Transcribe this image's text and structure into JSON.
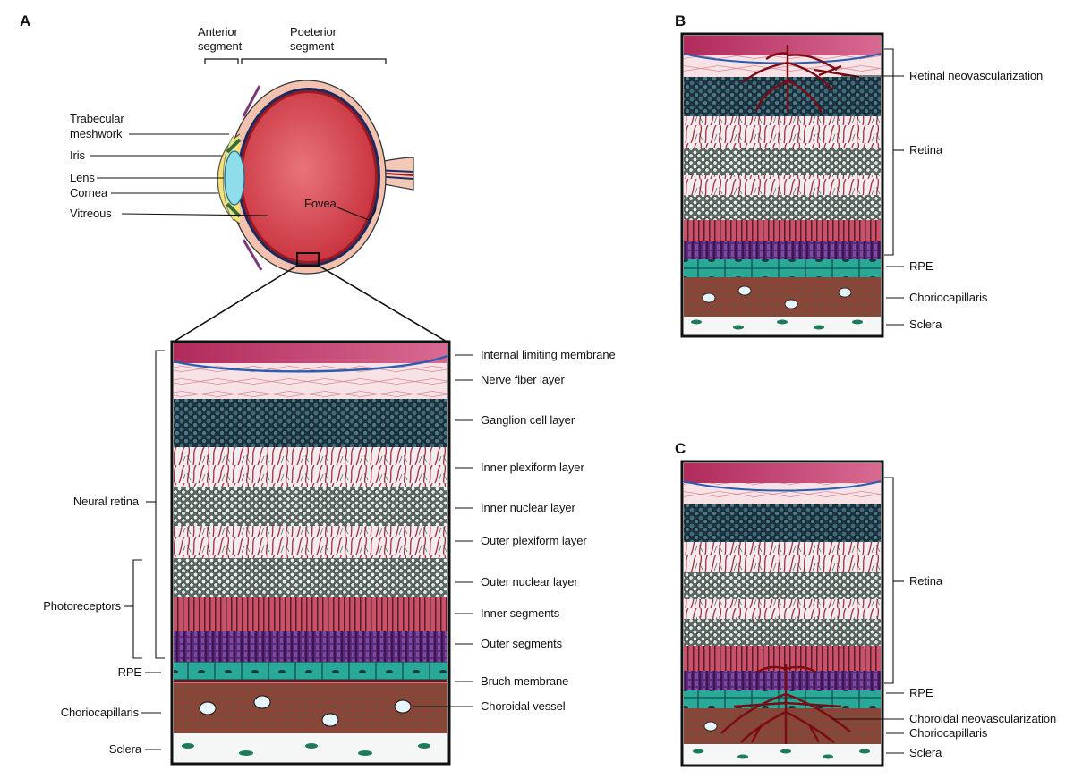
{
  "panels": {
    "a": {
      "letter": "A",
      "segments": {
        "anterior": [
          "Anterior",
          "segment"
        ],
        "posterior": [
          "Poeterior",
          "segment"
        ]
      },
      "eye_labels": {
        "trabecular": [
          "Trabecular",
          "meshwork"
        ],
        "iris": "Iris",
        "lens": "Lens",
        "cornea": "Cornea",
        "vitreous": "Vitreous",
        "fovea": "Fovea"
      },
      "left_labels": {
        "neural_retina": "Neural retina",
        "photoreceptors": "Photoreceptors",
        "rpe": "RPE",
        "choriocapillaris": "Choriocapillaris",
        "sclera": "Sclera"
      },
      "layers": [
        "Internal limiting membrane",
        "Nerve fiber layer",
        "Ganglion cell layer",
        "Inner plexiform layer",
        "Inner nuclear layer",
        "Outer plexiform layer",
        "Outer nuclear layer",
        "Inner segments",
        "Outer segments",
        "Bruch membrane",
        "Choroidal vessel"
      ]
    },
    "b": {
      "letter": "B",
      "labels": [
        "Retinal neovascularization",
        "Retina",
        "RPE",
        "Choriocapillaris",
        "Sclera"
      ]
    },
    "c": {
      "letter": "C",
      "labels": [
        "Retina",
        "RPE",
        "Choroidal neovascularization",
        "Choriocapillaris",
        "Sclera"
      ]
    }
  },
  "colors": {
    "outline": "#111111",
    "vitreous": "#d9454f",
    "ilm_blue": "#2a5db0",
    "nerve_fiber": "#f6dde0",
    "ganglion": "#2e4c5c",
    "plexiform": "#efe6ea",
    "nuclear": "#7d8a86",
    "inner_segments": "#b8455b",
    "outer_segments": "#5a2a78",
    "rpe": "#2aa898",
    "choroid": "#7a4a3a",
    "vessel_red": "#8b1a1a",
    "lens": "#7fd3e6",
    "iris": "#e8e54a"
  }
}
